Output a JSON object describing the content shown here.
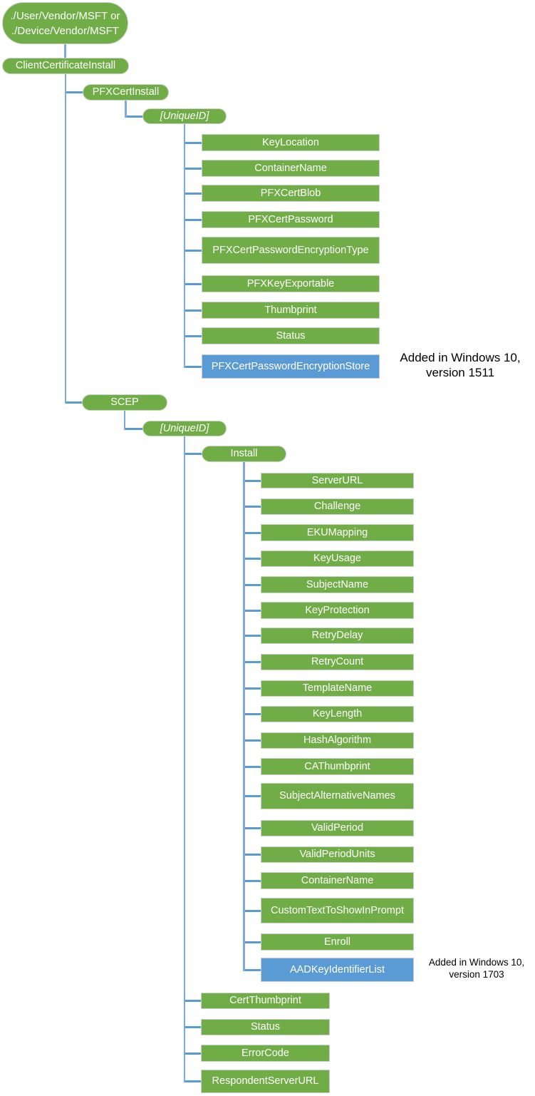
{
  "colors": {
    "node_green": "#70ad47",
    "node_blue": "#5b9bd5",
    "connector_horizontal": "#5b9bd5",
    "connector_vertical": "#7fa9da",
    "node_text": "#ffffff",
    "note_text": "#000000",
    "background": "#ffffff"
  },
  "nodes": [
    {
      "id": "root",
      "parent": null,
      "label": "./User/Vendor/MSFT or\n./Device/Vendor/MSFT",
      "shape": "stadium",
      "fill": "green"
    },
    {
      "id": "clientcertificateinstall",
      "parent": "root",
      "label": "ClientCertificateInstall",
      "shape": "stadium",
      "fill": "green"
    },
    {
      "id": "pfxcertinstall",
      "parent": "clientcertificateinstall",
      "label": "PFXCertInstall",
      "shape": "stadium",
      "fill": "green"
    },
    {
      "id": "uniqueid1",
      "parent": "pfxcertinstall",
      "label": "[UniqueID]",
      "shape": "stadium",
      "fill": "green",
      "italic": true
    },
    {
      "id": "keylocation",
      "parent": "uniqueid1",
      "label": "KeyLocation",
      "shape": "rect",
      "fill": "green"
    },
    {
      "id": "containername1",
      "parent": "uniqueid1",
      "label": "ContainerName",
      "shape": "rect",
      "fill": "green"
    },
    {
      "id": "pfxcertblob",
      "parent": "uniqueid1",
      "label": "PFXCertBlob",
      "shape": "rect",
      "fill": "green"
    },
    {
      "id": "pfxcertpassword",
      "parent": "uniqueid1",
      "label": "PFXCertPassword",
      "shape": "rect",
      "fill": "green"
    },
    {
      "id": "pfxcertpasswordencryptiontype",
      "parent": "uniqueid1",
      "label": "PFXCertPasswordEncryptionType",
      "shape": "rect",
      "fill": "green"
    },
    {
      "id": "pfxkeyexportable",
      "parent": "uniqueid1",
      "label": "PFXKeyExportable",
      "shape": "rect",
      "fill": "green"
    },
    {
      "id": "thumbprint",
      "parent": "uniqueid1",
      "label": "Thumbprint",
      "shape": "rect",
      "fill": "green"
    },
    {
      "id": "status1",
      "parent": "uniqueid1",
      "label": "Status",
      "shape": "rect",
      "fill": "green"
    },
    {
      "id": "pfxcertpasswordencryptionstore",
      "parent": "uniqueid1",
      "label": "PFXCertPasswordEncryptionStore",
      "shape": "rect",
      "fill": "blue",
      "note": "Added in Windows 10,\nversion 1511"
    },
    {
      "id": "scep",
      "parent": "clientcertificateinstall",
      "label": "SCEP",
      "shape": "stadium",
      "fill": "green"
    },
    {
      "id": "uniqueid2",
      "parent": "scep",
      "label": "[UniqueID]",
      "shape": "stadium",
      "fill": "green",
      "italic": true
    },
    {
      "id": "install",
      "parent": "uniqueid2",
      "label": "Install",
      "shape": "stadium",
      "fill": "green"
    },
    {
      "id": "serverurl",
      "parent": "install",
      "label": "ServerURL",
      "shape": "rect",
      "fill": "green"
    },
    {
      "id": "challenge",
      "parent": "install",
      "label": "Challenge",
      "shape": "rect",
      "fill": "green"
    },
    {
      "id": "ekumapping",
      "parent": "install",
      "label": "EKUMapping",
      "shape": "rect",
      "fill": "green"
    },
    {
      "id": "keyusage",
      "parent": "install",
      "label": "KeyUsage",
      "shape": "rect",
      "fill": "green"
    },
    {
      "id": "subjectname",
      "parent": "install",
      "label": "SubjectName",
      "shape": "rect",
      "fill": "green"
    },
    {
      "id": "keyprotection",
      "parent": "install",
      "label": "KeyProtection",
      "shape": "rect",
      "fill": "green"
    },
    {
      "id": "retrydelay",
      "parent": "install",
      "label": "RetryDelay",
      "shape": "rect",
      "fill": "green"
    },
    {
      "id": "retrycount",
      "parent": "install",
      "label": "RetryCount",
      "shape": "rect",
      "fill": "green"
    },
    {
      "id": "templatename",
      "parent": "install",
      "label": "TemplateName",
      "shape": "rect",
      "fill": "green"
    },
    {
      "id": "keylength",
      "parent": "install",
      "label": "KeyLength",
      "shape": "rect",
      "fill": "green"
    },
    {
      "id": "hashalgorithm",
      "parent": "install",
      "label": "HashAlgorithm",
      "shape": "rect",
      "fill": "green"
    },
    {
      "id": "cathumbprint",
      "parent": "install",
      "label": "CAThumbprint",
      "shape": "rect",
      "fill": "green"
    },
    {
      "id": "subjectalternativenames",
      "parent": "install",
      "label": "SubjectAlternativeNames",
      "shape": "rect",
      "fill": "green"
    },
    {
      "id": "validperiod",
      "parent": "install",
      "label": "ValidPeriod",
      "shape": "rect",
      "fill": "green"
    },
    {
      "id": "validperiodunits",
      "parent": "install",
      "label": "ValidPeriodUnits",
      "shape": "rect",
      "fill": "green"
    },
    {
      "id": "containername2",
      "parent": "install",
      "label": "ContainerName",
      "shape": "rect",
      "fill": "green"
    },
    {
      "id": "customtexttoshowinprompt",
      "parent": "install",
      "label": "CustomTextToShowInPrompt",
      "shape": "rect",
      "fill": "green"
    },
    {
      "id": "enroll",
      "parent": "install",
      "label": "Enroll",
      "shape": "rect",
      "fill": "green"
    },
    {
      "id": "aadkeyidentifierlist",
      "parent": "install",
      "label": "AADKeyIdentifierList",
      "shape": "rect",
      "fill": "blue",
      "note": "Added in Windows 10,\nversion 1703"
    },
    {
      "id": "certthumbprint",
      "parent": "uniqueid2",
      "label": "CertThumbprint",
      "shape": "rect",
      "fill": "green"
    },
    {
      "id": "status2",
      "parent": "uniqueid2",
      "label": "Status",
      "shape": "rect",
      "fill": "green"
    },
    {
      "id": "errorcode",
      "parent": "uniqueid2",
      "label": "ErrorCode",
      "shape": "rect",
      "fill": "green"
    },
    {
      "id": "respondentserverurl",
      "parent": "uniqueid2",
      "label": "RespondentServerURL",
      "shape": "rect",
      "fill": "green"
    }
  ]
}
